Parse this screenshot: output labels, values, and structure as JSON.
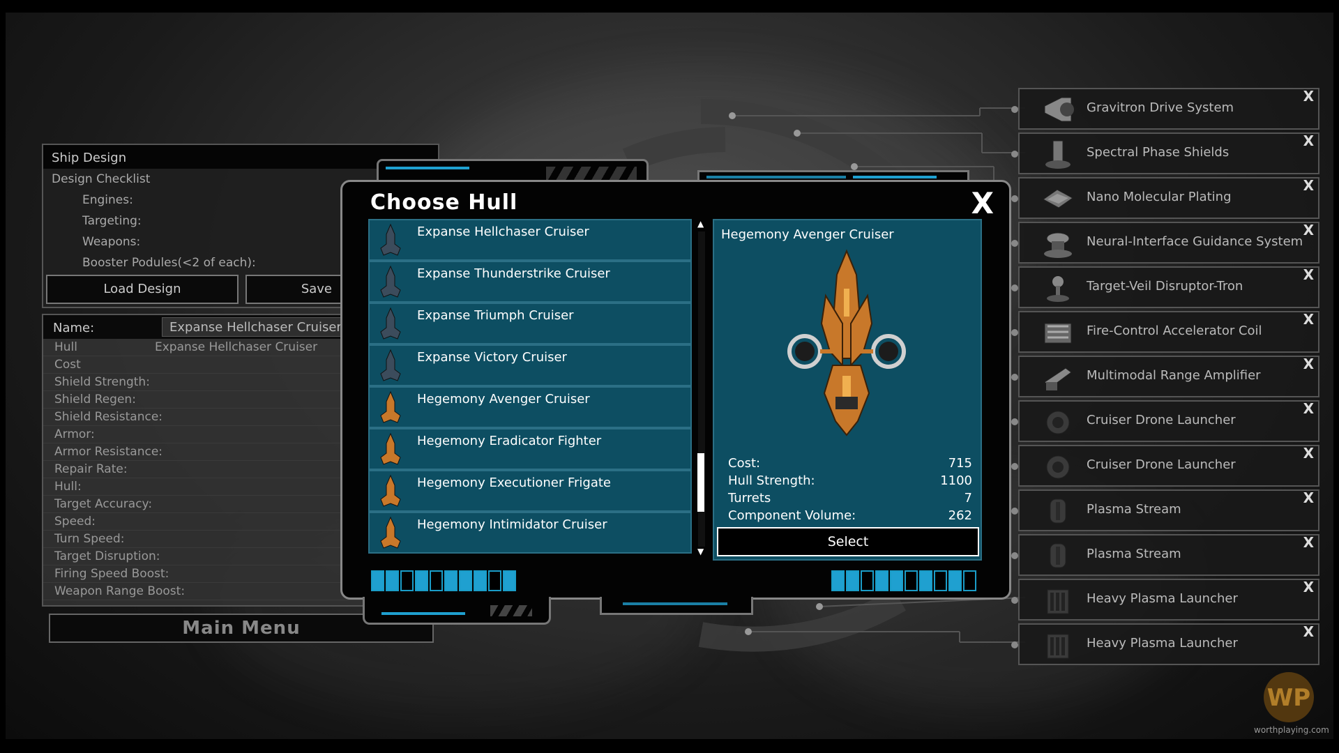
{
  "ship_design": {
    "title": "Ship Design",
    "checklist_heading": "Design Checklist",
    "checklist": [
      "Engines:",
      "Targeting:",
      "Weapons:",
      "Booster Podules(<2 of each):"
    ],
    "load_label": "Load Design",
    "save_label": "Save"
  },
  "stats": {
    "name_label": "Name:",
    "name_value": "Expanse Hellchaser Cruiser",
    "rows": [
      {
        "label": "Hull",
        "value": "Expanse Hellchaser Cruiser"
      },
      {
        "label": "Cost",
        "value": ""
      },
      {
        "label": "Shield Strength:",
        "value": ""
      },
      {
        "label": "Shield Regen:",
        "value": ""
      },
      {
        "label": "Shield Resistance:",
        "value": ""
      },
      {
        "label": "Armor:",
        "value": ""
      },
      {
        "label": "Armor Resistance:",
        "value": ""
      },
      {
        "label": "Repair Rate:",
        "value": ""
      },
      {
        "label": "Hull:",
        "value": ""
      },
      {
        "label": "Target Accuracy:",
        "value": ""
      },
      {
        "label": "Speed:",
        "value": ""
      },
      {
        "label": "Turn Speed:",
        "value": ""
      },
      {
        "label": "Target Disruption:",
        "value": ""
      },
      {
        "label": "Firing Speed Boost:",
        "value": ""
      },
      {
        "label": "Weapon Range Boost:",
        "value": ""
      }
    ]
  },
  "main_menu_label": "Main Menu",
  "modal": {
    "title": "Choose Hull",
    "close_label": "X",
    "hulls": [
      {
        "name": "Expanse Hellchaser Cruiser",
        "faction": "expanse"
      },
      {
        "name": "Expanse Thunderstrike Cruiser",
        "faction": "expanse"
      },
      {
        "name": "Expanse Triumph Cruiser",
        "faction": "expanse"
      },
      {
        "name": "Expanse Victory Cruiser",
        "faction": "expanse"
      },
      {
        "name": "Hegemony Avenger Cruiser",
        "faction": "hegemony"
      },
      {
        "name": "Hegemony Eradicator Fighter",
        "faction": "hegemony"
      },
      {
        "name": "Hegemony Executioner Frigate",
        "faction": "hegemony"
      },
      {
        "name": "Hegemony Intimidator Cruiser",
        "faction": "hegemony"
      }
    ],
    "detail": {
      "name": "Hegemony Avenger Cruiser",
      "stats": [
        {
          "label": "Cost:",
          "value": "715"
        },
        {
          "label": "Hull Strength:",
          "value": "1100"
        },
        {
          "label": "Turrets",
          "value": "7"
        },
        {
          "label": "Component Volume:",
          "value": "262"
        }
      ],
      "select_label": "Select"
    }
  },
  "components": [
    {
      "name": "Gravitron Drive System",
      "icon": "engine-icon"
    },
    {
      "name": "Spectral Phase Shields",
      "icon": "shield-emitter-icon"
    },
    {
      "name": "Nano Molecular Plating",
      "icon": "armor-plate-icon"
    },
    {
      "name": "Neural-Interface Guidance System",
      "icon": "targeting-icon"
    },
    {
      "name": "Target-Veil Disruptor-Tron",
      "icon": "disruptor-icon"
    },
    {
      "name": "Fire-Control Accelerator Coil",
      "icon": "coil-icon"
    },
    {
      "name": "Multimodal Range Amplifier",
      "icon": "amplifier-icon"
    },
    {
      "name": "Cruiser Drone Launcher",
      "icon": "drone-icon"
    },
    {
      "name": "Cruiser Drone Launcher",
      "icon": "drone-icon"
    },
    {
      "name": "Plasma Stream",
      "icon": "plasma-icon"
    },
    {
      "name": "Plasma Stream",
      "icon": "plasma-icon"
    },
    {
      "name": "Heavy Plasma Launcher",
      "icon": "launcher-icon"
    },
    {
      "name": "Heavy Plasma Launcher",
      "icon": "launcher-icon"
    }
  ],
  "component_remove_label": "X",
  "watermark": {
    "logo": "WP",
    "text": "worthplaying.com"
  },
  "colors": {
    "panel_teal": "#0d4e62",
    "accent_blue": "#1fa0d0",
    "hegemony_orange": "#d98a2b"
  }
}
